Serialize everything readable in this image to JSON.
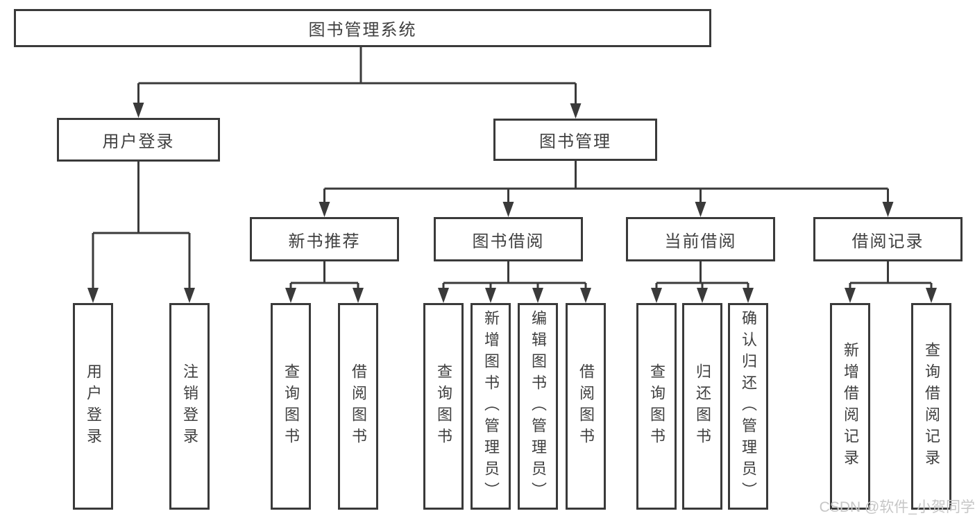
{
  "diagram": {
    "root": {
      "label": "图书管理系统"
    },
    "branches": [
      {
        "label": "用户登录",
        "children": [
          {
            "label": "用户登录"
          },
          {
            "label": "注销登录"
          }
        ]
      },
      {
        "label": "图书管理",
        "children": [
          {
            "label": "新书推荐",
            "children": [
              {
                "label": "查询图书"
              },
              {
                "label": "借阅图书"
              }
            ]
          },
          {
            "label": "图书借阅",
            "children": [
              {
                "label": "查询图书"
              },
              {
                "label": "新增图书（管理员）"
              },
              {
                "label": "编辑图书（管理员）"
              },
              {
                "label": "借阅图书"
              }
            ]
          },
          {
            "label": "当前借阅",
            "children": [
              {
                "label": "查询图书"
              },
              {
                "label": "归还图书"
              },
              {
                "label": "确认归还（管理员）"
              }
            ]
          },
          {
            "label": "借阅记录",
            "children": [
              {
                "label": "新增借阅记录"
              },
              {
                "label": "查询借阅记录"
              }
            ]
          }
        ]
      }
    ]
  },
  "watermark": {
    "text": "CSDN @软件_小贺同学"
  },
  "colors": {
    "box_border": "#3a3a3a",
    "box_fill": "#ffffff",
    "text": "#3f3f3f",
    "connector": "#3a3a3a",
    "watermark_text": "#c6c6c6",
    "background": "#ffffff"
  }
}
